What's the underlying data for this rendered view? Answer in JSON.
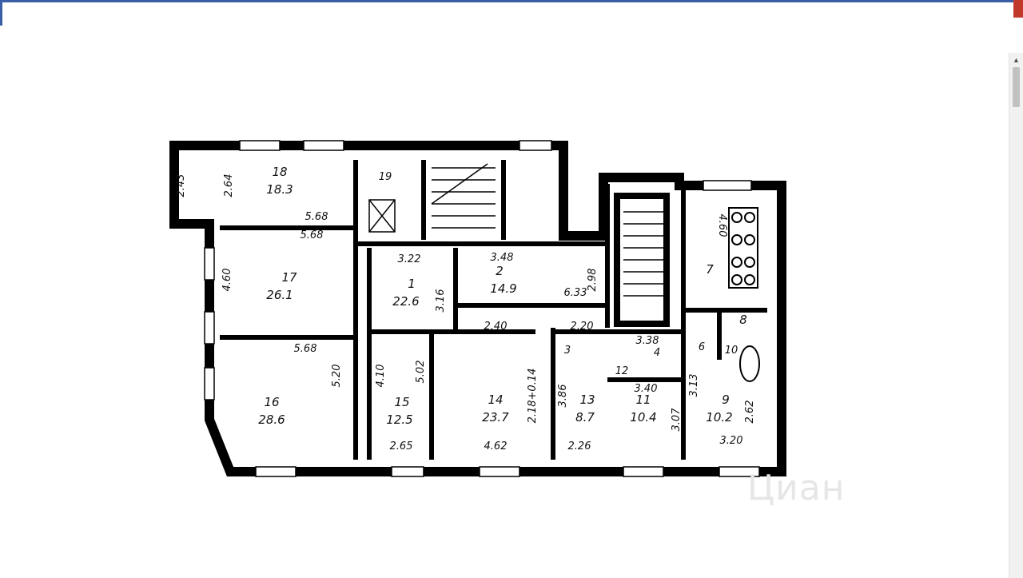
{
  "plan": {
    "rooms": [
      {
        "id": "18",
        "area": "18.3"
      },
      {
        "id": "19",
        "area": ""
      },
      {
        "id": "17",
        "area": "26.1"
      },
      {
        "id": "1",
        "area": "22.6"
      },
      {
        "id": "2",
        "area": "14.9"
      },
      {
        "id": "16",
        "area": "28.6"
      },
      {
        "id": "15",
        "area": "12.5"
      },
      {
        "id": "14",
        "area": "23.7"
      },
      {
        "id": "13",
        "area": "8.7"
      },
      {
        "id": "11",
        "area": "10.4"
      },
      {
        "id": "9",
        "area": "10.2"
      },
      {
        "id": "7",
        "area": ""
      },
      {
        "id": "8",
        "area": ""
      },
      {
        "id": "6",
        "area": ""
      },
      {
        "id": "10",
        "area": ""
      },
      {
        "id": "4",
        "area": ""
      },
      {
        "id": "3",
        "area": ""
      },
      {
        "id": "12",
        "area": ""
      }
    ],
    "dimensions": [
      "2.43",
      "2.64",
      "5.68",
      "5.68",
      "4.60",
      "5.68",
      "3.22",
      "3.48",
      "2.98",
      "3.16",
      "6.33",
      "2.40",
      "2.20",
      "3.38",
      "4.60",
      "5.20",
      "4.10",
      "5.02",
      "2.18+0.14",
      "3.86",
      "3.40",
      "3.07",
      "3.13",
      "2.62",
      "2.65",
      "4.62",
      "2.26",
      "3.20"
    ]
  },
  "watermark": "Циан"
}
